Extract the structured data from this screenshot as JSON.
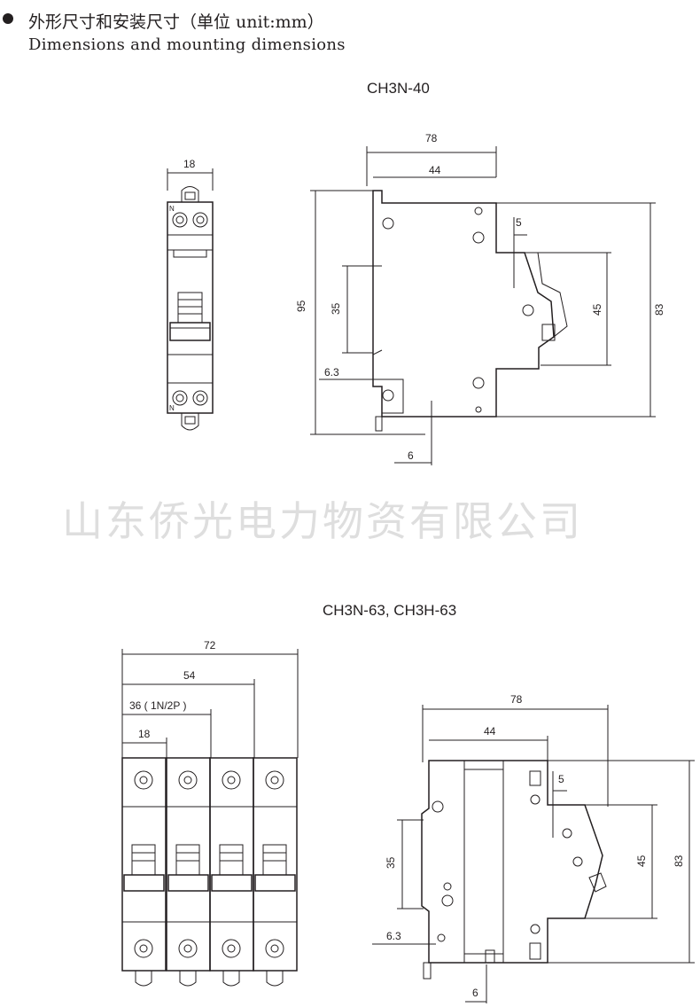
{
  "header": {
    "title_cn": "外形尺寸和安装尺寸（单位 unit:mm）",
    "title_en": "Dimensions and mounting dimensions"
  },
  "models": {
    "top": "CH3N-40",
    "bottom": "CH3N-63, CH3H-63"
  },
  "watermark": "山东侨光电力物资有限公司",
  "top_front": {
    "width": "18"
  },
  "top_side": {
    "depth_total": "78",
    "depth_front": "44",
    "step": "5",
    "rail_height": "35",
    "height_total": "95",
    "height_mid": "45",
    "height_body": "83",
    "rail_depth": "6.3",
    "rail_offset": "6"
  },
  "bottom_front": {
    "width_4p": "72",
    "width_3p": "54",
    "width_2p": "36 ( 1N/2P )",
    "width_1p": "18"
  },
  "bottom_side": {
    "depth_total": "78",
    "depth_front": "44",
    "step": "5",
    "rail_height": "35",
    "height_mid": "45",
    "height_body": "83",
    "rail_depth": "6.3",
    "rail_offset": "6"
  }
}
